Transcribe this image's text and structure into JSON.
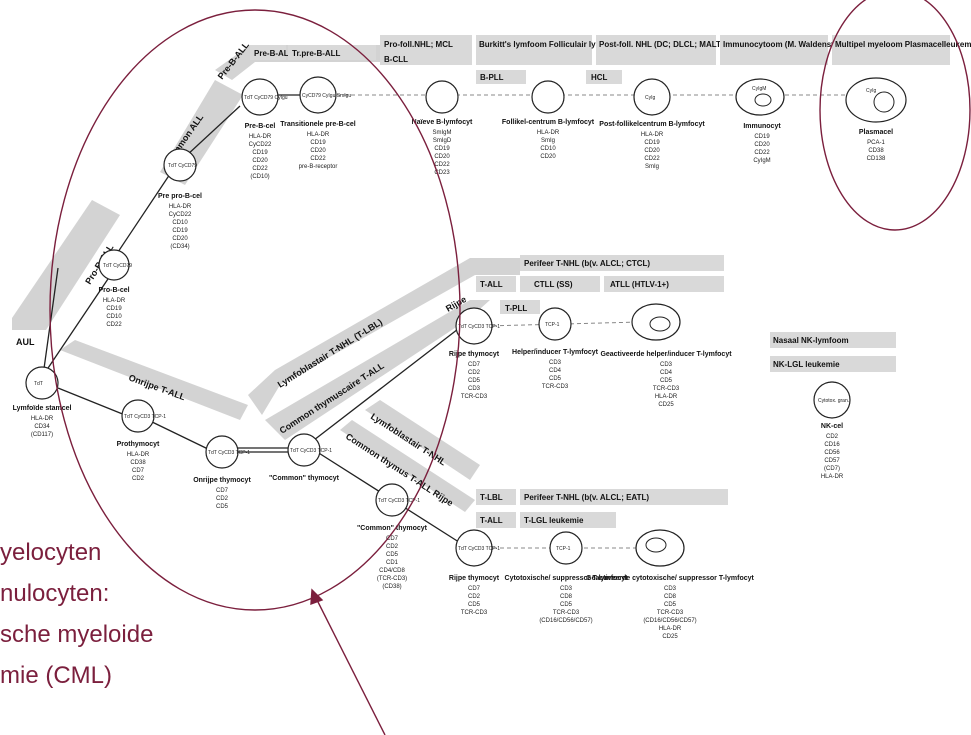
{
  "colors": {
    "band": "#d3d3d3",
    "header": "#d9d9d9",
    "annotation": "#7b1f3d",
    "text": "#111111"
  },
  "bands": {
    "pre_b_all_short": "Pre-B-ALL",
    "common_all": "Common ALL",
    "pro_b_all": "Pro-B-ALL",
    "aul": "AUL",
    "onrijpe_t_all": "Onrijpe T-ALL",
    "lymfoblast_t_nhl": "Lymfoblastair T-NHL (T-LBL)",
    "common_t_all": "Common thymuscaire T-ALL",
    "rijpe_1": "Rijpe",
    "lymfoblast_t_nhl_2": "Lymfoblastair T-NHL",
    "common_t_all_2": "Common thymus T-ALL Rijpe"
  },
  "headers": [
    {
      "text": "Pre-B-ALL"
    },
    {
      "text": "Tr.pre-B-ALL"
    },
    {
      "text": "Pro-foll.NHL; MCL"
    },
    {
      "text": "B-CLL"
    },
    {
      "text": "Burkitt's lymfoom Folliculair lymfoom"
    },
    {
      "text": "B-PLL"
    },
    {
      "text": "Post-foll. NHL (DC; DLCL; MALT; SLVL)"
    },
    {
      "text": "HCL"
    },
    {
      "text": "Immunocytoom (M. Waldenström)"
    },
    {
      "text": "Multipel myeloom Plasmacelleukemie"
    },
    {
      "text": "Perifeer T-NHL (b(v. ALCL; CTCL)"
    },
    {
      "text": "T-ALL"
    },
    {
      "text": "CTLL (SS)"
    },
    {
      "text": "ATLL (HTLV-1+)"
    },
    {
      "text": "T-PLL"
    },
    {
      "text": "Nasaal NK-lymfoom"
    },
    {
      "text": "NK-LGL leukemie"
    },
    {
      "text": "T-LBL"
    },
    {
      "text": "Perifeer T-NHL (b(v. ALCL; EATL)"
    },
    {
      "text": "T-ALL"
    },
    {
      "text": "T-LGL leukemie"
    }
  ],
  "cells": {
    "lymfoid_stem": {
      "inner": "TdT",
      "label": "Lymfoïde stamcel",
      "markers": [
        "HLA-DR",
        "CD34",
        "(CD117)"
      ]
    },
    "pro_b": {
      "inner": "TdT CyCD79",
      "label": "Pro-B-cel",
      "markers": [
        "HLA-DR",
        "CD19",
        "CD10",
        "CD22"
      ]
    },
    "pre_pro_b": {
      "inner": "TdT CyCD79",
      "label": "Pre pro-B-cel",
      "markers": [
        "HLA-DR",
        "CyCD22",
        "CD10",
        "CD19",
        "CD20",
        "(CD34)"
      ]
    },
    "pre_b": {
      "inner": "TdT CyCD79 CyIgu",
      "label": "Pre-B-cel",
      "markers": [
        "HLA-DR",
        "CyCD22",
        "CD19",
        "CD20",
        "CD22",
        "(CD10)"
      ]
    },
    "transitional": {
      "inner": "CyCD79 CyIgu SmIgu",
      "label": "Transitionele pre-B-cel",
      "markers": [
        "HLA-DR",
        "CD19",
        "CD20",
        "CD22",
        "pre-B-receptor"
      ]
    },
    "naive_b": {
      "inner": "",
      "label": "Naïeve B-lymfocyt",
      "markers": [
        "SmIgM",
        "SmIgD",
        "CD19",
        "CD20",
        "CD22",
        "CD23"
      ]
    },
    "follicular_b": {
      "inner": "",
      "label": "Follikel-centrum B-lymfocyt",
      "markers": [
        "HLA-DR",
        "SmIg",
        "CD10",
        "CD20"
      ]
    },
    "post_follicular_b": {
      "inner": "CyIg",
      "label": "Post-follikelcentrum B-lymfocyt",
      "markers": [
        "HLA-DR",
        "CD19",
        "CD20",
        "CD22",
        "SmIg"
      ]
    },
    "immunocyt": {
      "inner": "CyIgM",
      "label": "Immunocyt",
      "markers": [
        "CD19",
        "CD20",
        "CD22",
        "CyIgM"
      ]
    },
    "plasmacel": {
      "inner": "CyIg",
      "label": "Plasmacel",
      "markers": [
        "PCA-1",
        "CD38",
        "CD138"
      ]
    },
    "prothymocyt": {
      "inner": "TdT CyCD3 TCP-1",
      "label": "Prothymocyt",
      "markers": [
        "HLA-DR",
        "CD38",
        "CD7",
        "CD2"
      ]
    },
    "onrijpe_thymocyt": {
      "inner": "TdT CyCD3 TCP-1",
      "label": "Onrijpe thymocyt",
      "markers": [
        "CD7",
        "CD2",
        "CD5"
      ]
    },
    "common_thymocyt": {
      "inner": "TdT CyCD3 TCP-1",
      "label": "\"Common\" thymocyt",
      "markers": []
    },
    "rijpe_thymocyt_1": {
      "inner": "TdT CyCD3 TCP-1",
      "label": "Rijpe thymocyt",
      "markers": [
        "CD7",
        "CD2",
        "CD5",
        "CD3",
        "TCR-CD3"
      ]
    },
    "helper_t": {
      "inner": "TCP-1",
      "label": "Helper/inducer T-lymfocyt",
      "markers": [
        "CD3",
        "CD4",
        "CD5",
        "TCR-CD3"
      ]
    },
    "activated_helper": {
      "inner": "",
      "label": "Geactiveerde helper/inducer T-lymfocyt",
      "markers": [
        "CD3",
        "CD4",
        "CD5",
        "TCR-CD3",
        "HLA-DR",
        "CD25"
      ]
    },
    "common_thymocyt_2": {
      "inner": "TdT CyCD3 TCP-1",
      "label": "\"Common\" thymocyt",
      "markers": [
        "CD7",
        "CD2",
        "CD5",
        "CD1",
        "CD4/CD8",
        "(TCR-CD3)",
        "(CD38)"
      ]
    },
    "rijpe_thymocyt_2": {
      "inner": "TdT CyCD3 TCP-1",
      "label": "Rijpe thymocyt",
      "markers": [
        "CD7",
        "CD2",
        "CD5",
        "TCR-CD3"
      ]
    },
    "cytotoxic_t": {
      "inner": "TCP-1",
      "label": "Cytotoxische/ suppressor T-lymfocyt",
      "markers": [
        "CD3",
        "CD8",
        "CD5",
        "TCR-CD3",
        "(CD16/CD56/CD57)"
      ]
    },
    "activated_cytotoxic": {
      "inner": "",
      "label": "Geactiveerde cytotoxische/ suppressor T-lymfocyt",
      "markers": [
        "CD3",
        "CD8",
        "CD5",
        "TCR-CD3",
        "(CD16/CD56/CD57)",
        "HLA-DR",
        "CD25"
      ]
    },
    "nk": {
      "inner": "Cytotox. gran.",
      "label": "NK-cel",
      "markers": [
        "CD2",
        "CD16",
        "CD56",
        "CD57",
        "(CD7)",
        "HLA-DR"
      ]
    }
  },
  "annotation": {
    "lines": [
      "yelocyten",
      "nulocyten:",
      "sche myeloide",
      "mie (CML)"
    ]
  }
}
